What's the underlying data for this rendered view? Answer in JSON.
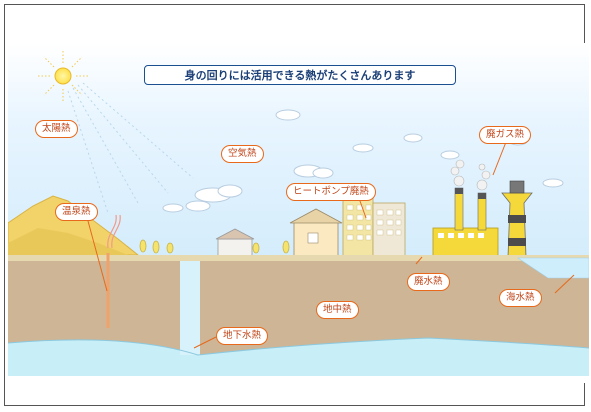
{
  "title": "身の回りには活用できる熱がたくさんあります",
  "labels": {
    "solar": "太陽熱",
    "air": "空気熱",
    "waste_gas": "廃ガス熱",
    "heat_pump": "ヒートポンプ廃熱",
    "hot_spring": "温泉熱",
    "waste_water": "廃水熱",
    "seawater": "海水熱",
    "underground": "地中熱",
    "groundwater": "地下水熱"
  },
  "colors": {
    "sky": "#dcefff",
    "ground": "#c9ad8a",
    "water": "#cdeefa",
    "label_border": "#e8691b",
    "title_border": "#1b4f8f"
  }
}
